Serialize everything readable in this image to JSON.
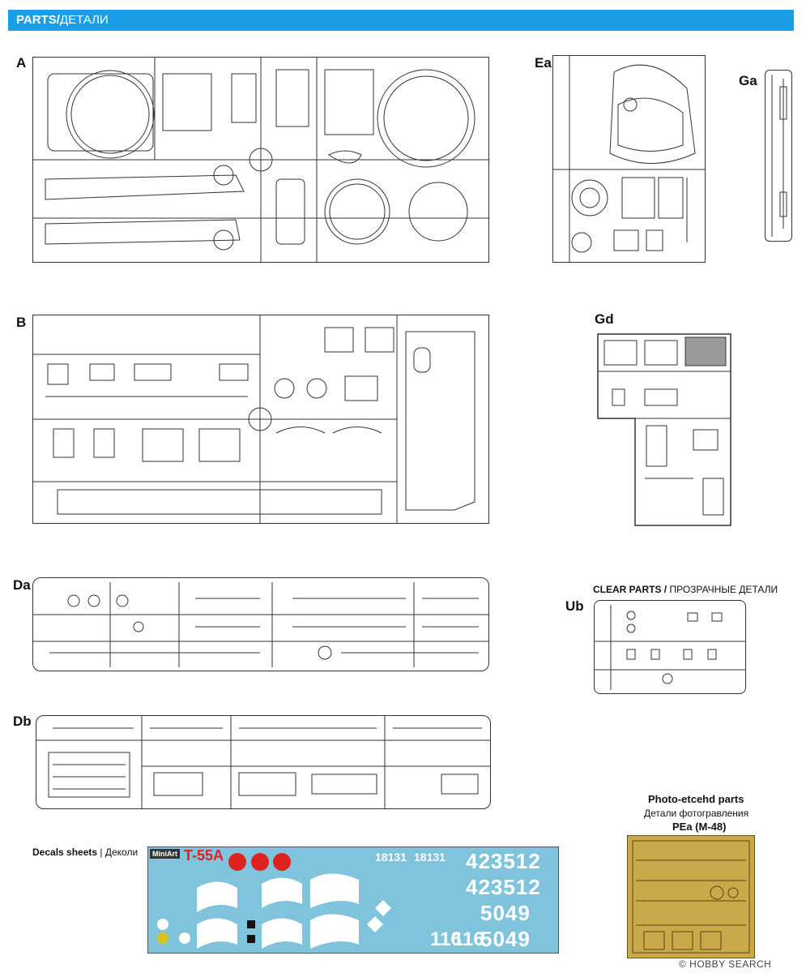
{
  "header": {
    "title_en": "PARTS/",
    "title_ru": "ДЕТАЛИ"
  },
  "sprues": {
    "A": "A",
    "Ea": "Ea",
    "Ga": "Ga",
    "B": "B",
    "Gd": "Gd",
    "Da": "Da",
    "Db": "Db",
    "Ub": "Ub"
  },
  "clear_parts": {
    "en": "CLEAR PARTS",
    "sep": " / ",
    "ru": "ПРОЗРАЧНЫЕ ДЕТАЛИ"
  },
  "photo_etched": {
    "en": "Photo-etcehd parts",
    "ru": "Детали фотогравления",
    "code": "PEa (M-48)"
  },
  "decals": {
    "en": "Decals sheets",
    "sep": " | ",
    "ru": "Деколи",
    "model": "T-55A",
    "brand": "MiniArt",
    "numbers_big": [
      "423512",
      "423512",
      "5049",
      "5049",
      "116",
      "116"
    ],
    "numbers_small": [
      "18131",
      "18131"
    ]
  },
  "watermark": "© HOBBY SEARCH"
}
